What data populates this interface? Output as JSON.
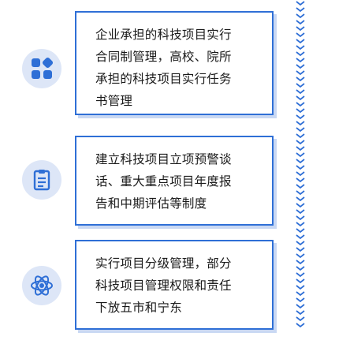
{
  "items": [
    {
      "text": "企业承担的科技项目实行\n合同制管理，高校、院所\n承担的科技项目实行任务\n书管理",
      "icon": "grid-apps-icon"
    },
    {
      "text": "建立科技项目立项预警谈\n话、重大重点项目年度报\n告和中期评估等制度",
      "icon": "clipboard-icon"
    },
    {
      "text": "实行项目分级管理，部分\n科技项目管理权限和责任\n下放五市和宁东",
      "icon": "atom-icon"
    }
  ],
  "colors": {
    "accent": "#2f6fd6",
    "icon_bg": "#dde6f7",
    "shadow": "#c9d8f3"
  }
}
